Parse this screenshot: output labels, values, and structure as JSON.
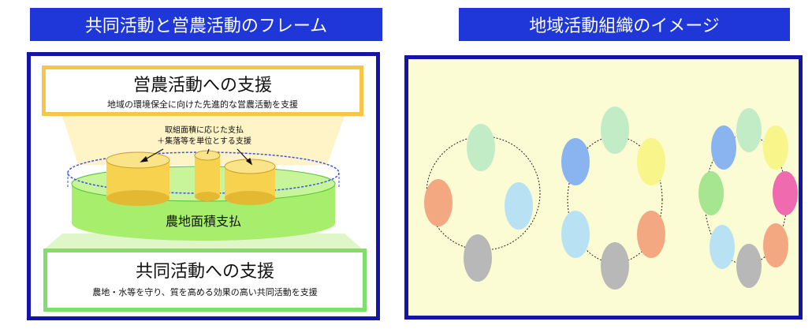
{
  "left_panel": {
    "header": "共同活動と営農活動のフレーム",
    "top_box": {
      "title": "営農活動への支援",
      "subtitle": "地域の環境保全に向けた先進的な営農活動を支援"
    },
    "center_label_line1": "取組面積に応じた支払",
    "center_label_line2": "＋集落等を単位とする支援",
    "base_label": "農地面積支払",
    "bottom_box": {
      "title": "共同活動への支援",
      "subtitle": "農地・水等を守り、質を高める効果の高い共同活動を支援"
    }
  },
  "right_panel": {
    "header": "地域活動組織のイメージ"
  },
  "colors": {
    "header_bg": "#1f36d8",
    "frame_border": "#1414a8",
    "top_box_border": "#f7c54a",
    "bottom_box_border": "#7ee06a",
    "cylinder_yellow": "#f6d24e",
    "base_green": "#a6ee6b",
    "right_bg": "#fbfbd4"
  }
}
